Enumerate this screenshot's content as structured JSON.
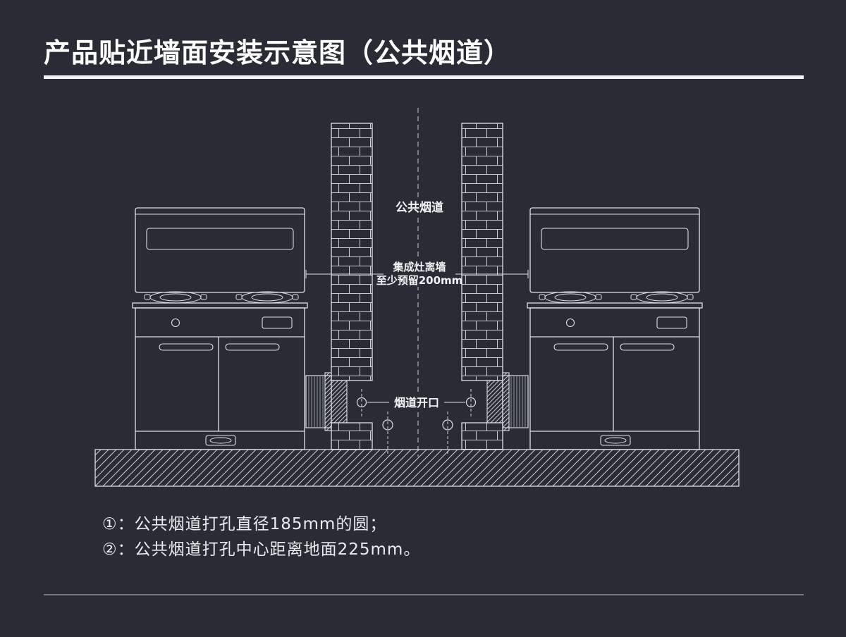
{
  "page": {
    "bg_color": "#292c34",
    "line_color": "#dfe1e4"
  },
  "header": {
    "title": "产品贴近墙面安装示意图（公共烟道）"
  },
  "diagram": {
    "labels": {
      "shared_flue": "公共烟道",
      "wall_gap_line1": "集成灶离墙",
      "wall_gap_line2": "至少预留200mm",
      "flue_opening": "烟道开口"
    }
  },
  "notes": {
    "item1": "①：公共烟道打孔直径185mm的圆；",
    "item2": "②：公共烟道打孔中心距离地面225mm。"
  }
}
